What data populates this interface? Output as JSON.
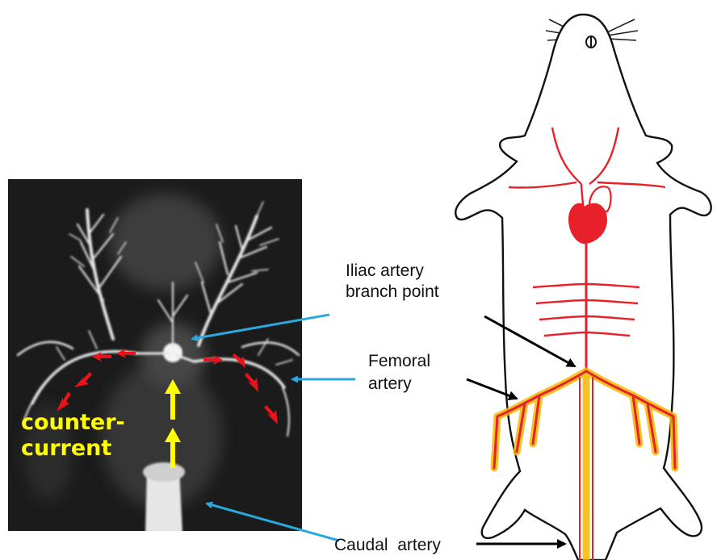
{
  "photo": {
    "text_line1": "counter-",
    "text_line2": "current",
    "text_color": "#ffff00",
    "flow_arrow_color": "#e8131b"
  },
  "labels": {
    "iliac_line1": "Iliac artery",
    "iliac_line2": "branch point",
    "femoral_line1": "Femoral",
    "femoral_line2": "artery",
    "caudal": "Caudal  artery"
  },
  "colors": {
    "leader_blue": "#2aa9df",
    "leader_black": "#000000",
    "artery_red": "#e8202a",
    "artery_highlight": "#f5b800"
  },
  "icons": [
    "mouse-outline-icon",
    "heart-icon"
  ]
}
